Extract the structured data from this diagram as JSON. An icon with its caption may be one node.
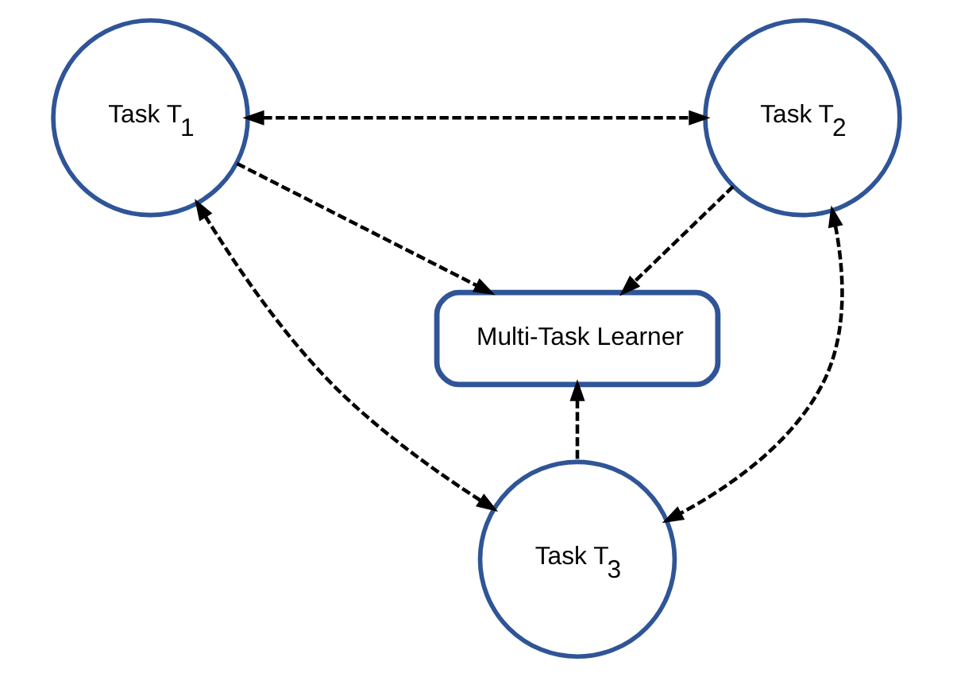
{
  "diagram": {
    "nodes": [
      {
        "text": [
          "Task T$_{1}$"
        ]
      },
      {
        "text": [
          "Task T$_{2}$"
        ]
      },
      {
        "text": [
          "Multi-Task Learner"
        ]
      },
      {
        "text": [
          "Task T$_{3}$"
        ]
      }
    ],
    "edges": [
      {
        "from": 0,
        "to": 1,
        "arrow": "both",
        "style": "dashed"
      },
      {
        "from": 0,
        "to": 2,
        "arrow": "to",
        "style": "dashed"
      },
      {
        "from": 1,
        "to": 2,
        "arrow": "to",
        "style": "dashed"
      },
      {
        "from": 0,
        "to": 3,
        "arrow": "both",
        "style": "dashed"
      },
      {
        "from": 3,
        "to": 2,
        "arrow": "to",
        "style": "dashed"
      },
      {
        "from": 1,
        "to": 3,
        "arrow": "both",
        "style": "dashed"
      }
    ]
  }
}
